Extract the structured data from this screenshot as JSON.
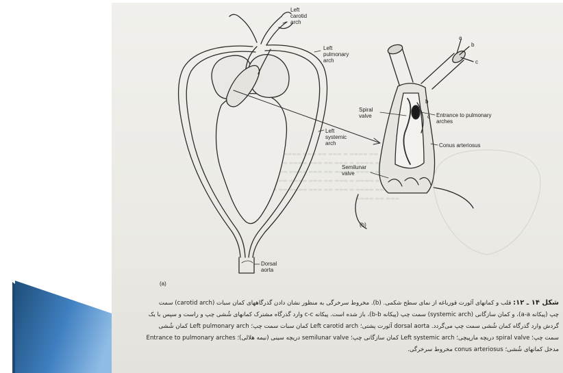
{
  "colors": {
    "slide_accent_dark": "#1f4e79",
    "slide_accent_light": "#5b9bd5",
    "page_background": "#ecebe6",
    "ink": "#1d1d1d"
  },
  "figure": {
    "a": {
      "panel_label": "(a)",
      "labels": {
        "left_carotid": "Left\ncarotid\narch",
        "left_pulmonary": "Left\npulmonary\narch",
        "left_systemic": "Left\nsystemic\narch",
        "dorsal_aorta": "Dorsal\naorta"
      }
    },
    "b": {
      "panel_label": "(b)",
      "labels": {
        "a": "a",
        "b_top": "b",
        "c_top": "c",
        "spiral_valve": "Spiral\nvalve",
        "b_inner": "b",
        "c_entrance": "c",
        "entrance": "Entrance to pulmonary\narches",
        "conus": "Conus arteriosus",
        "semilunar": "Semilunar\nvalve"
      }
    }
  },
  "caption": {
    "lead": "شکل ۱۴ ـ ۱۲:",
    "line1": " قلب و کمانهای آئورت قورباغه از نمای سطح شکمی. (b). مخروط سرخرگی به منظور نشان دادن گذرگاههای کمان سبات (carotid arch) سمت",
    "line2": "چپ (پیکانه a-a)، و کمان سازگانی (systemic arch) سمت چپ (پیکانه b-b)، باز شده است. پیکانه c-c وارد گذرگاه مشترک کمانهای شُشی چپ و راست و سپس با یک",
    "line3": "گردش وارد گذرگاه کمان شُشی سمت چپ می‌گردد. dorsal aorta آئورت پشتی؛ Left carotid arch کمان سبات سمت چپ؛ Left pulmonary arch کمان شُشی",
    "line4": "سمت چپ؛ spiral valve دریچه مارپیچی؛ Left systemic arch کمان سازگانی چپ؛ semilunar valve دریچه سینی (نیمه هلالی)؛ Entrance to pulmonary arches",
    "line5": "مدخل کمانهای شُشی؛ conus arteriosus مخروط سرخرگی."
  }
}
